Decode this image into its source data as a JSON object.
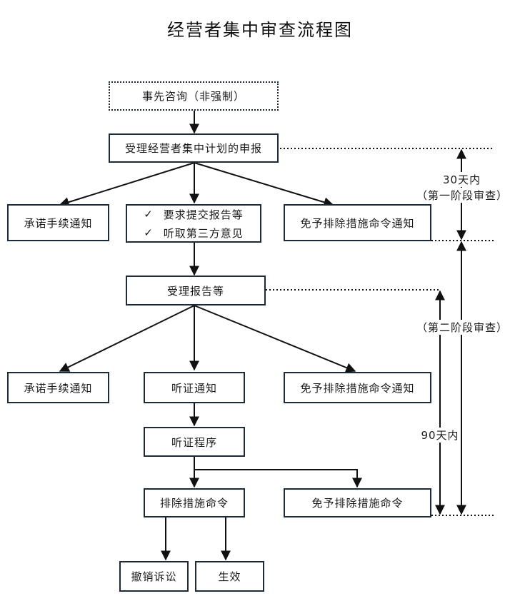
{
  "title": "经营者集中审查流程图",
  "nodes": {
    "consult": "事先咨询（非强制）",
    "accept": "受理经营者集中计划的申报",
    "commit1": "承诺手续通知",
    "request": {
      "items": [
        "要求提交报告等",
        "听取第三方意见"
      ],
      "check": "✓"
    },
    "exempt1": "免予排除措施命令通知",
    "report": "受理报告等",
    "commit2": "承诺手续通知",
    "hearing_notice": "听证通知",
    "exempt2": "免予排除措施命令通知",
    "hearing_proc": "听证程序",
    "exclusion": "排除措施命令",
    "exempt3": "免予排除措施命令",
    "revoke": "撤销诉讼",
    "effective": "生效"
  },
  "annotations": {
    "days30": "30天内",
    "stage1": "（第一阶段审查）",
    "stage2": "（第二阶段审查）",
    "days90": "90天内"
  }
}
